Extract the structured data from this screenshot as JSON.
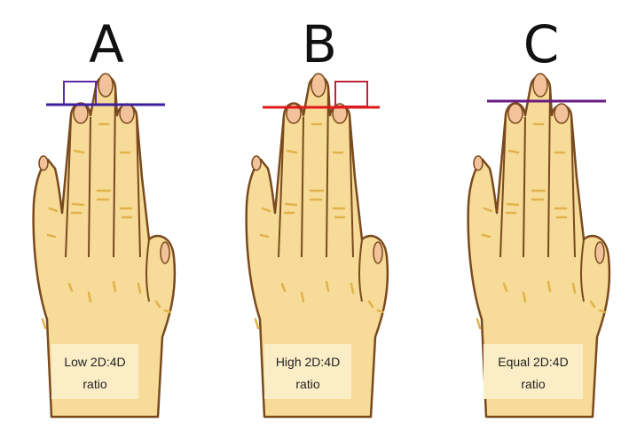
{
  "panels": [
    {
      "letter": "A",
      "caption_line1": "Low 2D:4D",
      "caption_line2": "ratio",
      "marker_color": "#5b2ca6",
      "line_color": "#3d1f9e"
    },
    {
      "letter": "B",
      "caption_line1": "High 2D:4D",
      "caption_line2": "ratio",
      "marker_color": "#c0223a",
      "line_color": "#e01a1a"
    },
    {
      "letter": "C",
      "caption_line1": "Equal 2D:4D",
      "caption_line2": "ratio",
      "marker_color": "#5e1d7a",
      "line_color": "#6a1b84"
    }
  ],
  "colors": {
    "skin": "#f6dc98",
    "outline": "#7a4a1e",
    "crease": "#e2b24a",
    "nail": "#f2c29a",
    "caption_bg": "#fbeec6"
  }
}
